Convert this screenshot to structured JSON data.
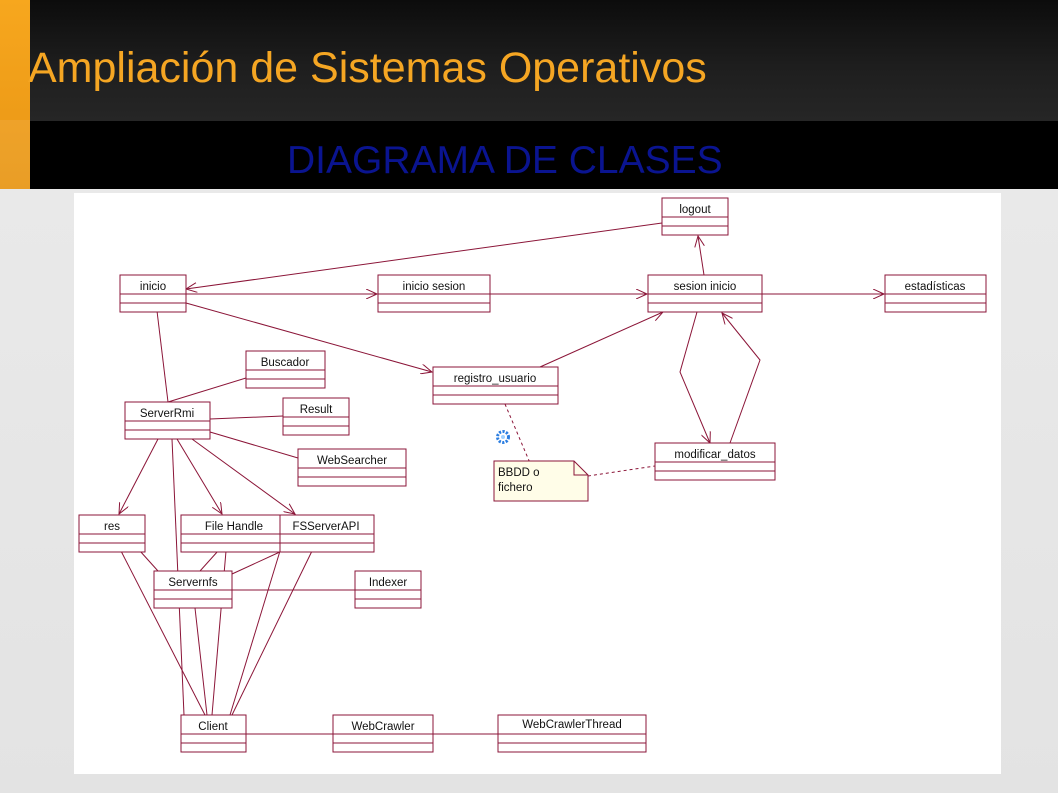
{
  "slide": {
    "title": "Ampliación de Sistemas Operativos",
    "subtitle": "DIAGRAMA DE CLASES"
  },
  "colors": {
    "accent": "#f5a623",
    "subtitle": "#0a1490",
    "uml_line": "#8b1538"
  },
  "diagram": {
    "classes": {
      "logout": "logout",
      "inicio": "inicio",
      "inicio_sesion": "inicio sesion",
      "sesion_inicio": "sesion inicio",
      "estadisticas": "estadísticas",
      "buscador": "Buscador",
      "registro_usuario": "registro_usuario",
      "serverrmi": "ServerRmi",
      "result": "Result",
      "websearcher": "WebSearcher",
      "modificar_datos": "modificar_datos",
      "res": "res",
      "file_handle": "File Handle",
      "fsserverapi": "FSServerAPI",
      "servernfs": "Servernfs",
      "indexer": "Indexer",
      "client": "Client",
      "webcrawler": "WebCrawler",
      "webcrawlerthread": "WebCrawlerThread"
    },
    "note": {
      "line1": "BBDD o",
      "line2": "fichero"
    }
  }
}
